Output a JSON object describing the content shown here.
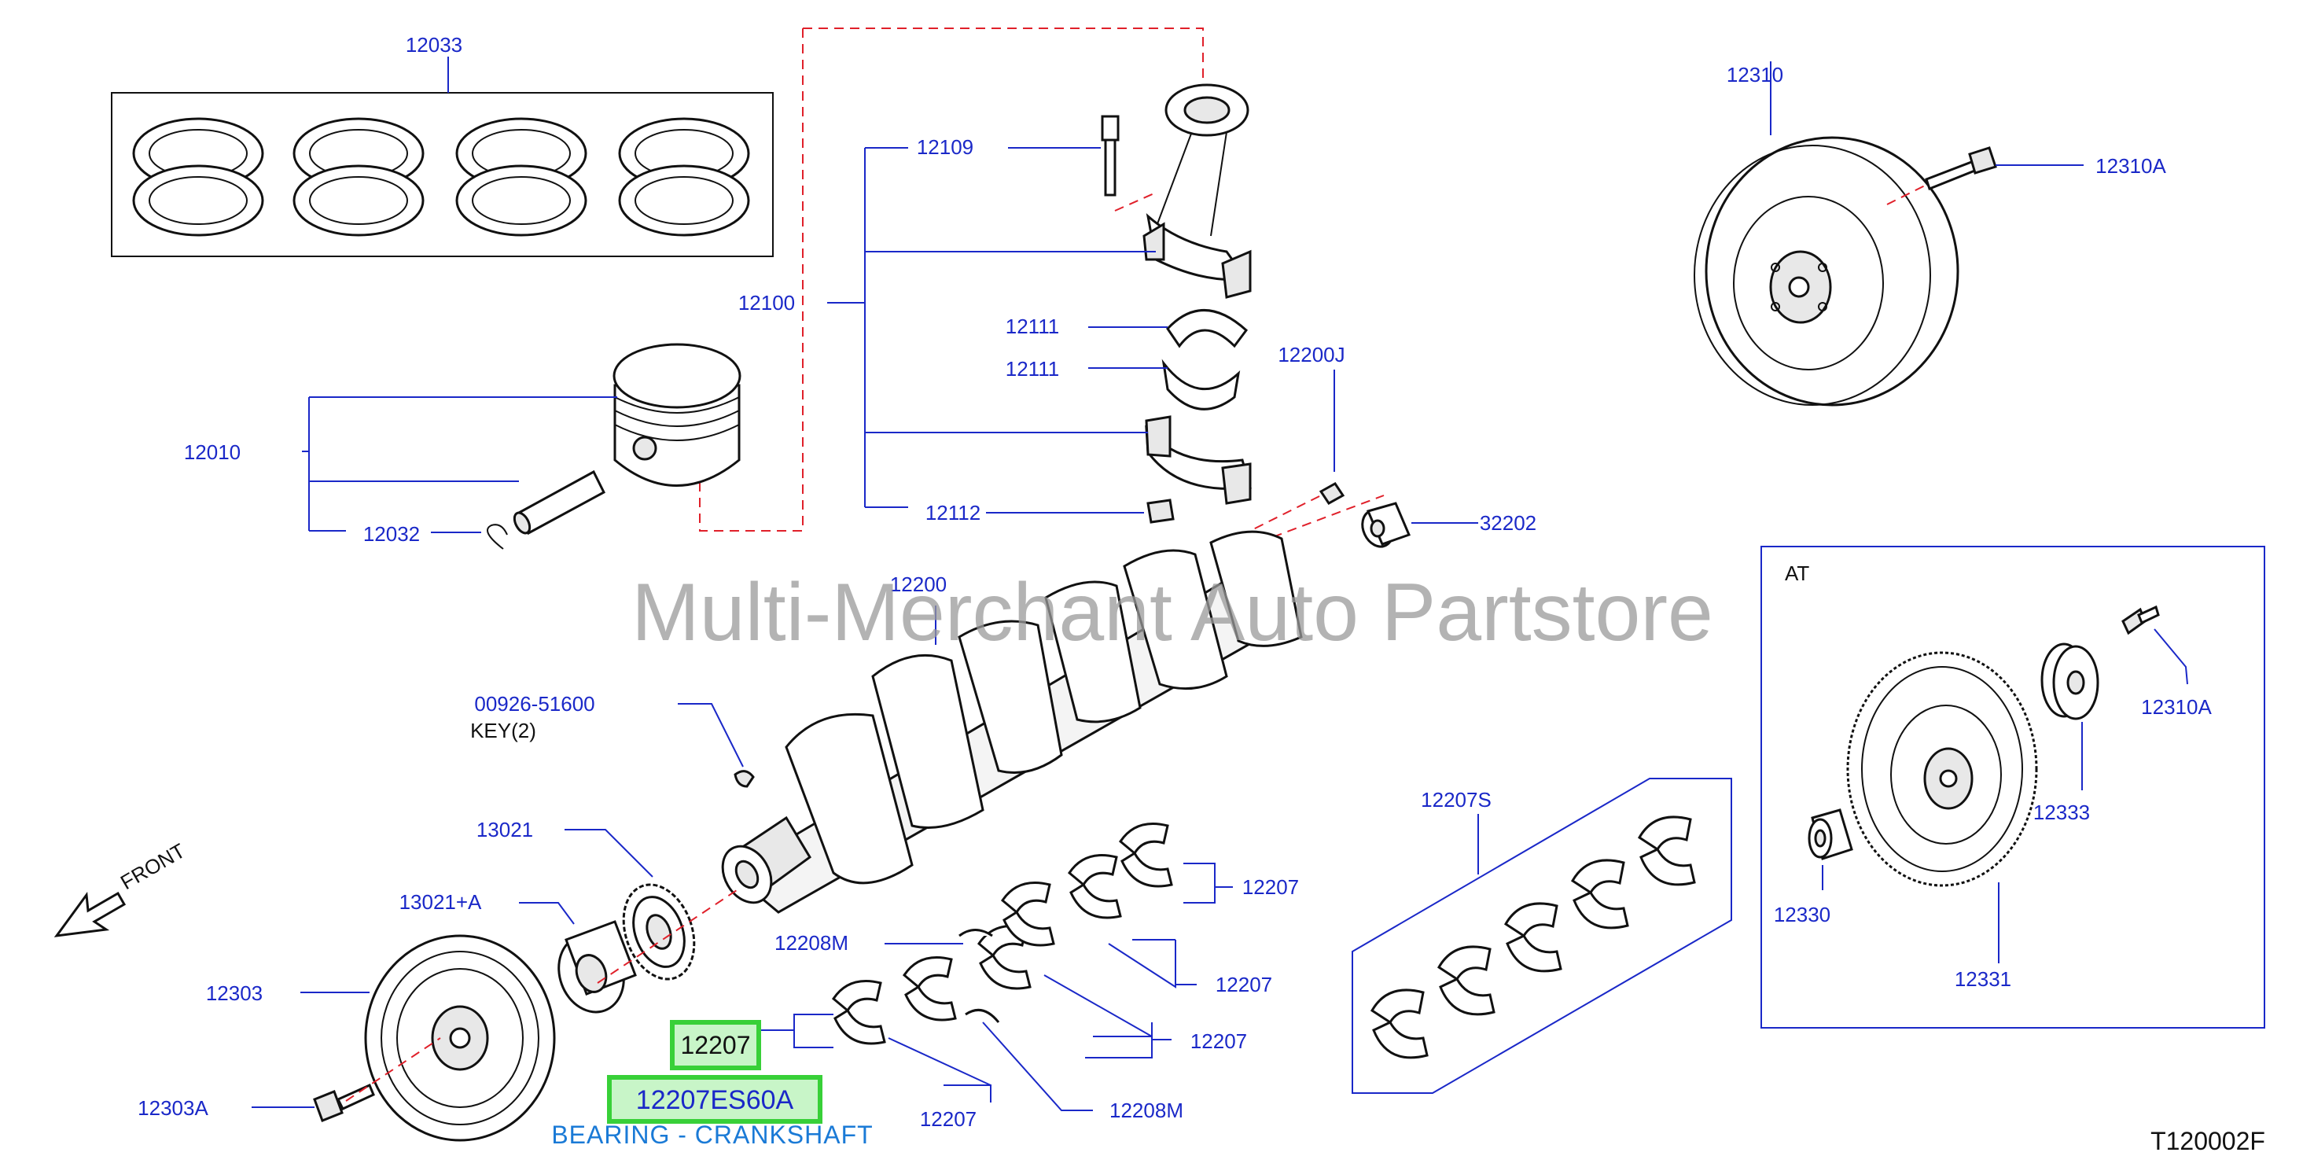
{
  "watermark": "Multi-Merchant Auto Partstore",
  "figure_code": "T120002F",
  "front_label": "FRONT",
  "at_box_title": "AT",
  "highlight": {
    "part_number": "12207",
    "full_part_number": "12207ES60A",
    "description": "BEARING - CRANKSHAFT"
  },
  "callouts": {
    "c12033": "12033",
    "c12109": "12109",
    "c12100": "12100",
    "c12111a": "12111",
    "c12111b": "12111",
    "c12010": "12010",
    "c12032": "12032",
    "c12112": "12112",
    "c12200J": "12200J",
    "c32202": "32202",
    "c12200": "12200",
    "c00926": "00926-51600",
    "key": "KEY(2)",
    "c13021": "13021",
    "c13021a": "13021+A",
    "c12303": "12303",
    "c12303A": "12303A",
    "c12208Ma": "12208M",
    "c12208Mb": "12208M",
    "c12207a": "12207",
    "c12207b": "12207",
    "c12207c": "12207",
    "c12207d": "12207",
    "c12207S": "12207S",
    "c12310": "12310",
    "c12310A": "12310A",
    "c12310A_at": "12310A",
    "c12333": "12333",
    "c12330": "12330",
    "c12331": "12331"
  }
}
